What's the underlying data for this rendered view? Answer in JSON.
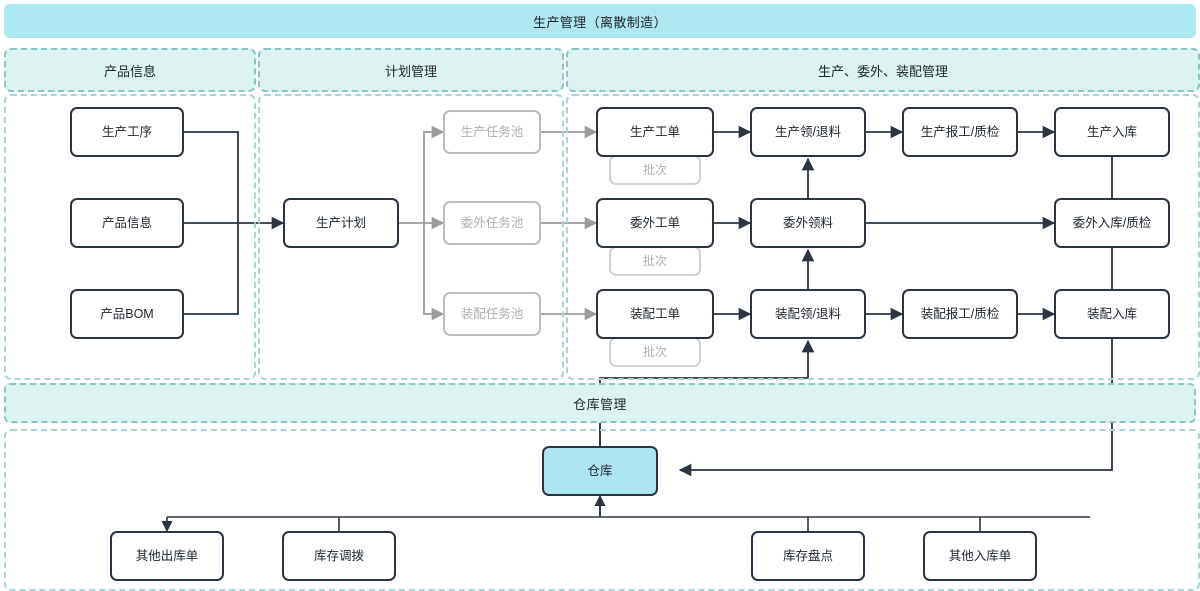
{
  "diagram": {
    "title": "生产管理（离散制造）",
    "warehouse_band_title": "仓库管理",
    "sections": [
      {
        "id": "product-info",
        "label": "产品信息"
      },
      {
        "id": "plan-management",
        "label": "计划管理"
      },
      {
        "id": "production-outsourcing-assembly",
        "label": "生产、委外、装配管理"
      }
    ],
    "colors": {
      "band_accent": "#ade7ef",
      "section_header": "#ddf3f2",
      "section_border": "#a8d4d6",
      "node_border": "#2b3440",
      "muted_border": "#bcbcbc",
      "muted_text": "#aeaeae",
      "accent_node": "#ace6f0",
      "edge_dark": "#2b3440",
      "edge_gray": "#9b9b9b"
    },
    "nodes": {
      "production_process": "生产工序",
      "product_info": "产品信息",
      "product_bom": "产品BOM",
      "production_plan": "生产计划",
      "production_task_pool": "生产任务池",
      "outsourcing_task_pool": "委外任务池",
      "assembly_task_pool": "装配任务池",
      "production_work_order": "生产工单",
      "outsourcing_work_order": "委外工单",
      "assembly_work_order": "装配工单",
      "batch_1": "批次",
      "batch_2": "批次",
      "batch_3": "批次",
      "production_issue_return": "生产领/退料",
      "outsourcing_issue": "委外领料",
      "assembly_issue_return": "装配领/退料",
      "production_report_qc": "生产报工/质检",
      "assembly_report_qc": "装配报工/质检",
      "production_stock_in": "生产入库",
      "outsourcing_stock_in_qc": "委外入库/质检",
      "assembly_stock_in": "装配入库",
      "warehouse": "仓库",
      "other_outbound": "其他出库单",
      "stock_transfer": "库存调拨",
      "stock_count": "库存盘点",
      "other_inbound": "其他入库单"
    }
  }
}
